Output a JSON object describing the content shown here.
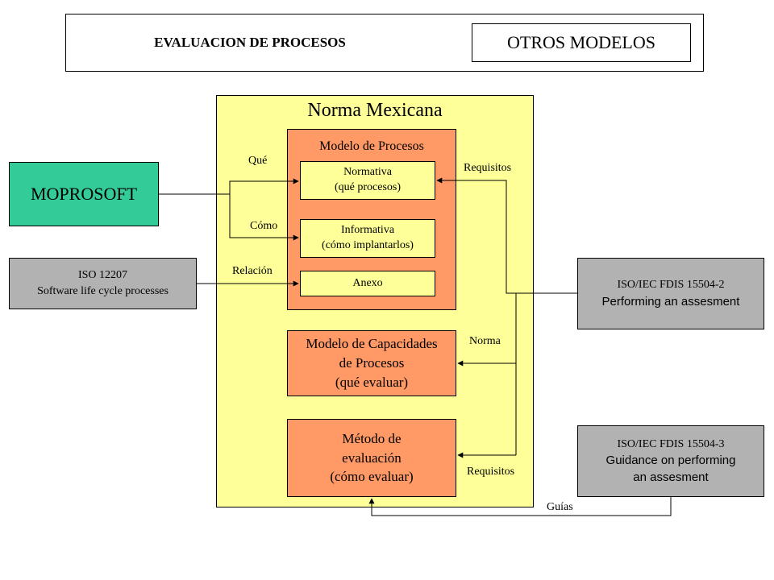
{
  "header": {
    "title": "EVALUACION DE PROCESOS",
    "tab": "OTROS MODELOS"
  },
  "main": {
    "title": "Norma Mexicana",
    "process_model": {
      "title": "Modelo de Procesos",
      "normative": {
        "line1": "Normativa",
        "line2": "(qué procesos)"
      },
      "informative": {
        "line1": "Informativa",
        "line2": "(cómo implantarlos)"
      },
      "annex": "Anexo"
    },
    "capability_model": {
      "line1": "Modelo de Capacidades",
      "line2": "de Procesos",
      "line3": "(qué evaluar)"
    },
    "method": {
      "line1": "Método de",
      "line2": "evaluación",
      "line3": "(cómo evaluar)"
    }
  },
  "left": {
    "moprosoft": "MOPROSOFT",
    "iso12207": {
      "line1": "ISO 12207",
      "line2": "Software life cycle processes"
    }
  },
  "right": {
    "iso15504_2": {
      "line1": "ISO/IEC FDIS 15504-2",
      "line2": "Performing an assesment"
    },
    "iso15504_3": {
      "line1": "ISO/IEC FDIS 15504-3",
      "line2": "Guidance on performing",
      "line3": "an assesment"
    }
  },
  "labels": {
    "que": "Qué",
    "como": "Cómo",
    "relacion": "Relación",
    "requisitos_top": "Requisitos",
    "norma": "Norma",
    "requisitos_bottom": "Requisitos",
    "guias": "Guías"
  },
  "colors": {
    "main_panel": "#FFFF99",
    "orange_box": "#FF9966",
    "green_box": "#33CC99",
    "gray_box": "#B2B2B2"
  }
}
